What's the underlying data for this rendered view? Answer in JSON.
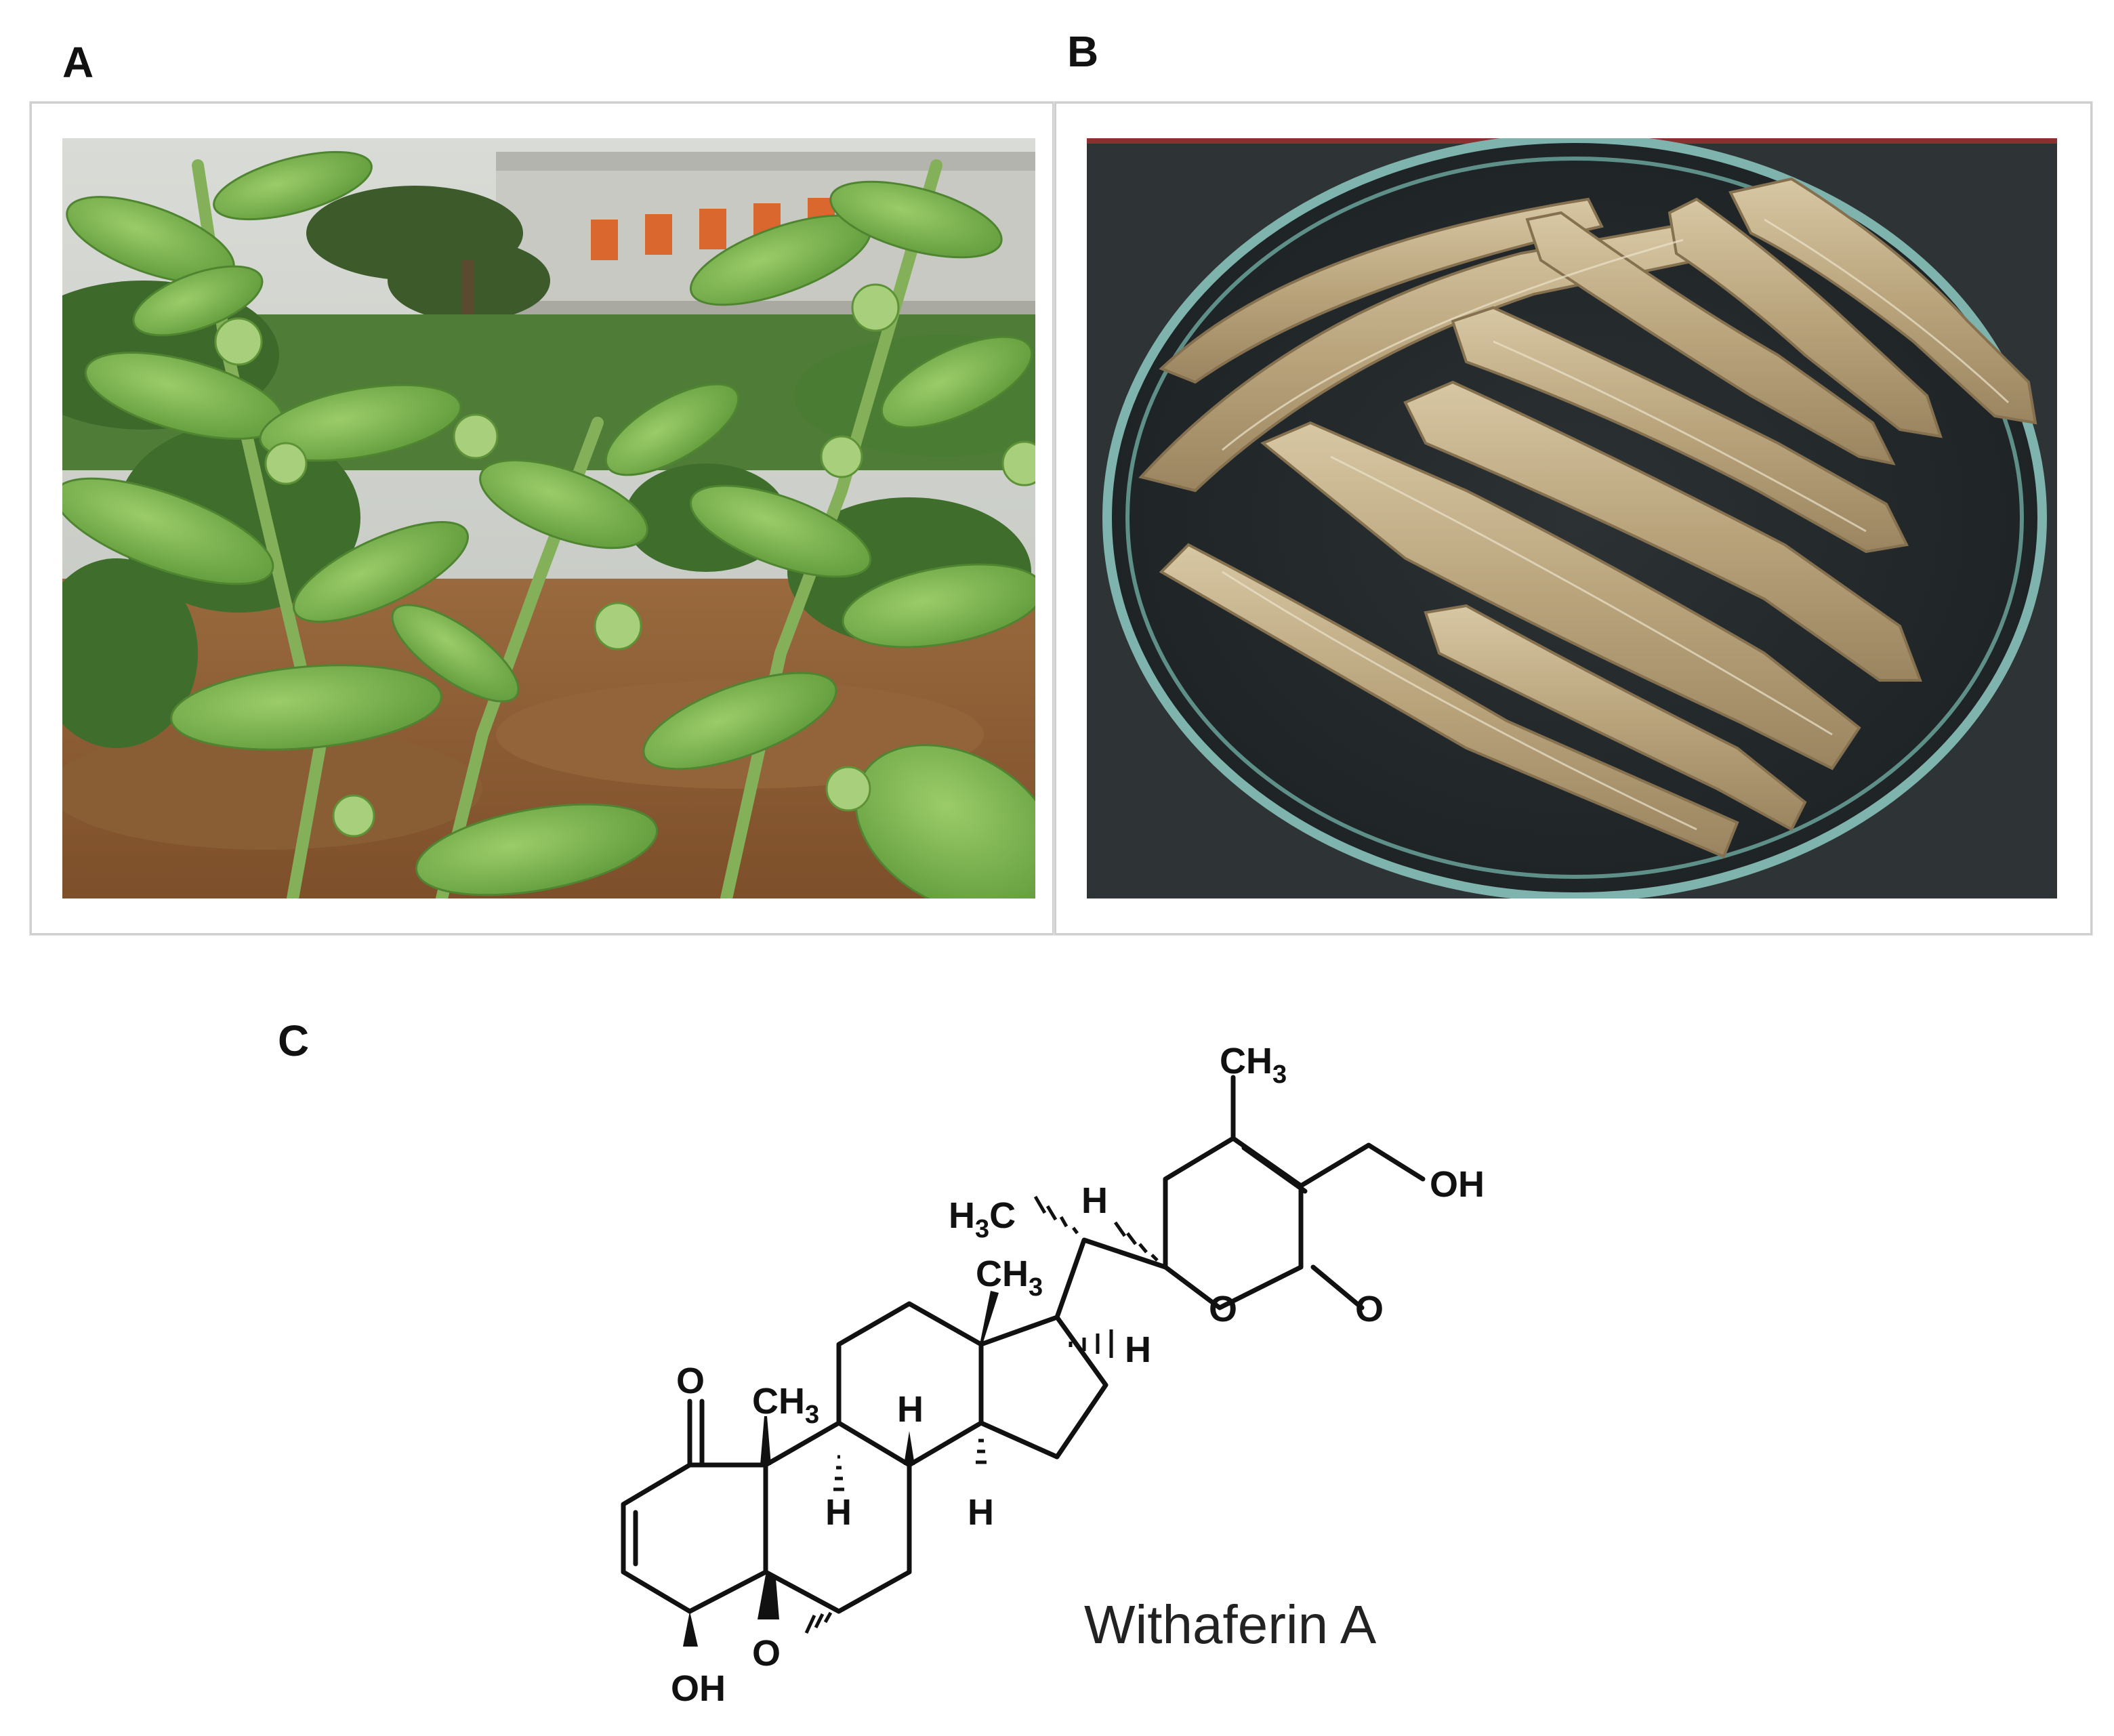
{
  "panels": {
    "a": {
      "letter": "A"
    },
    "b": {
      "letter": "B"
    },
    "c": {
      "letter": "C"
    }
  },
  "structure": {
    "compound_name": "Withaferin A",
    "atom_labels": {
      "methyl_top": "CH",
      "methyl_top_sub": "3",
      "hydroxymethyl": "OH",
      "side_chain_h": "H",
      "side_chain_methyl": "H",
      "side_chain_methyl_sub": "3",
      "side_chain_methyl_c": "C",
      "lactone_o": "O",
      "lactone_carbonyl_o": "O",
      "c13_methyl": "CH",
      "c13_methyl_sub": "3",
      "c17_h": "H",
      "ketone_o": "O",
      "c10_methyl": "CH",
      "c10_methyl_sub": "3",
      "c8_h": "H",
      "c9_h": "H",
      "c14_h": "H",
      "epoxide_o": "O",
      "c4_oh": "OH"
    }
  }
}
